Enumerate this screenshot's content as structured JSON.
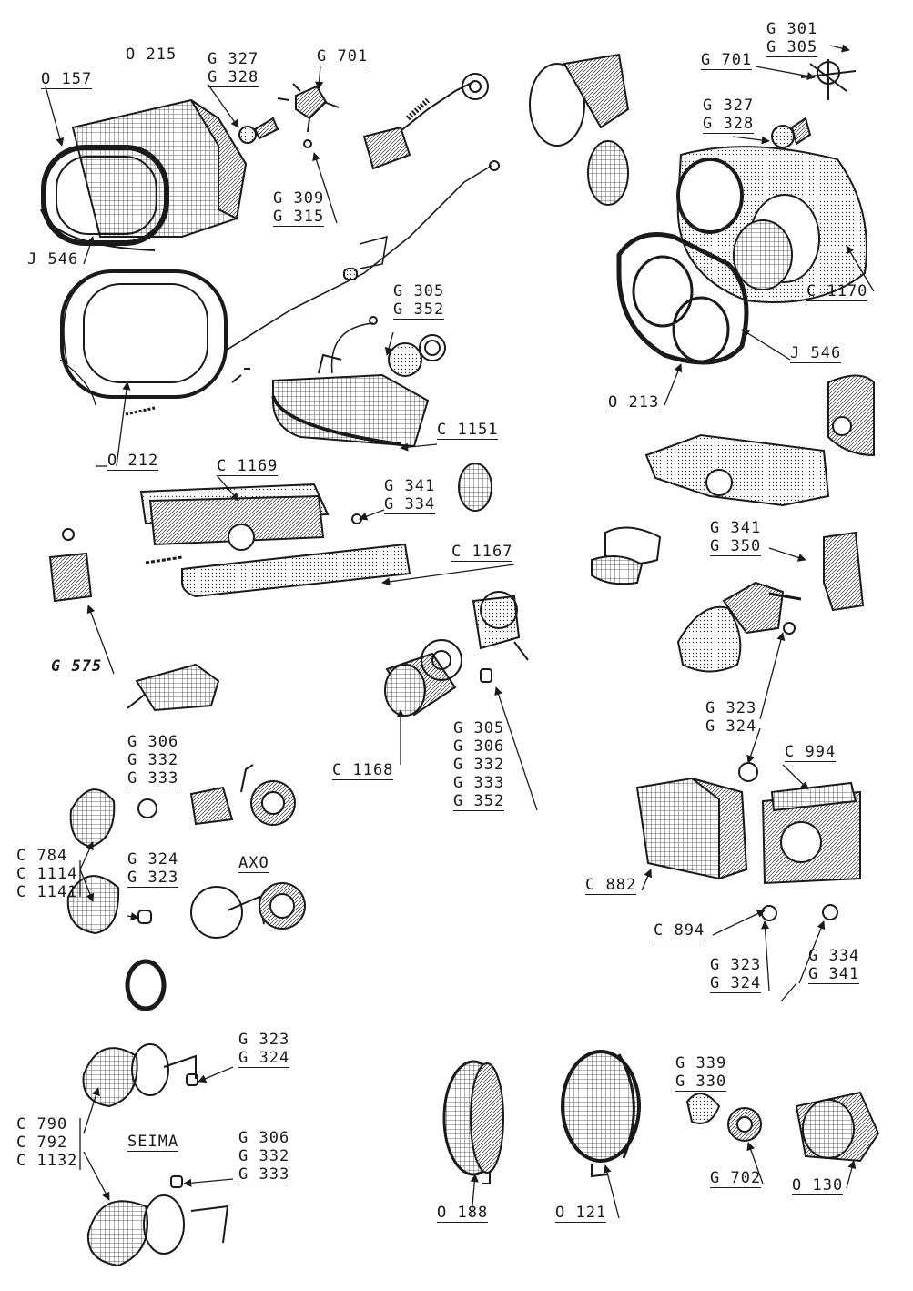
{
  "labels": {
    "o157": "O 157",
    "o215": "O 215",
    "g327a": "G 327",
    "g328a": "G 328",
    "g701a": "G 701",
    "g309": "G 309",
    "g315": "G 315",
    "j546a": "J 546",
    "o212": "O 212",
    "g305a": "G 305",
    "g352a": "G 352",
    "c1151": "C 1151",
    "c1169": "C 1169",
    "g341a": "G 341",
    "g334a": "G 334",
    "c1167": "C 1167",
    "g575": "G 575",
    "c1168": "C 1168",
    "g305b": "G 305",
    "g306b": "G 306",
    "g332b": "G 332",
    "g333b": "G 333",
    "g352b": "G 352",
    "g301": "G 301",
    "g305c": "G 305",
    "g701b": "G 701",
    "g327b": "G 327",
    "g328b": "G 328",
    "c1170": "C 1170",
    "j546b": "J 546",
    "o213": "O 213",
    "g341b": "G 341",
    "g350": "G 350",
    "g323a": "G 323",
    "g324a": "G 324",
    "c994": "C 994",
    "c882": "C 882",
    "c894": "C 894",
    "g323b": "G 323",
    "g324b": "G 324",
    "g334b": "G 334",
    "g341c": "G 341",
    "g306c": "G 306",
    "g332c": "G 332",
    "g333c": "G 333",
    "c784": "C 784",
    "c1114": "C 1114",
    "c1141": "C 1141",
    "g324c": "G 324",
    "g323c": "G 323",
    "axo": "AXO",
    "g323d": "G 323",
    "g324d": "G 324",
    "c790": "C 790",
    "c792": "C 792",
    "c1132": "C 1132",
    "seima": "SEIMA",
    "g306d": "G 306",
    "g332d": "G 332",
    "g333d": "G 333",
    "o188": "O 188",
    "o121": "O 121",
    "g339": "G 339",
    "g330": "G 330",
    "g702": "G 702",
    "o130": "O 130"
  }
}
